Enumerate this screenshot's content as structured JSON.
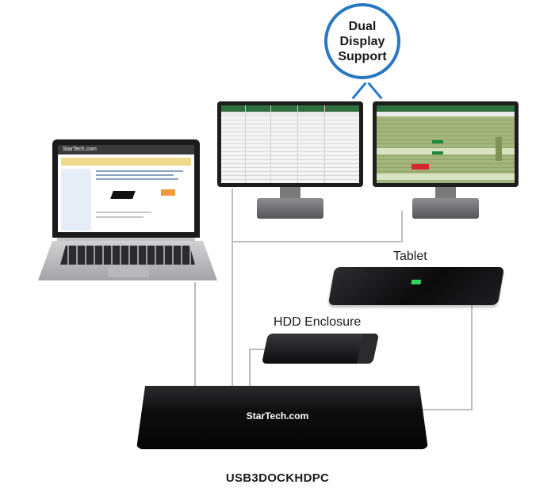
{
  "callout": {
    "text_line1": "Dual",
    "text_line2": "Display",
    "text_line3": "Support",
    "color": "#2a78c2"
  },
  "labels": {
    "tablet": "Tablet",
    "hdd": "HDD Enclosure",
    "model": "USB3DOCKHDPC"
  },
  "dock": {
    "brand": "StarTech.com"
  },
  "laptop": {
    "site_logo": "StarTech.com"
  },
  "colors": {
    "wire": "#bdbdbd",
    "spreadsheet_green": "#a3b57a",
    "tablet_led": "#33d45c"
  }
}
